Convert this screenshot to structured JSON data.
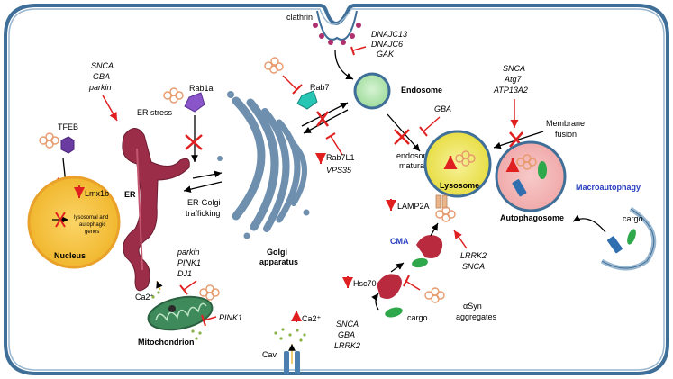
{
  "labels": {
    "clathrin": "clathrin",
    "endo_genes": [
      "DNAJC13",
      "DNAJC6",
      "GAK"
    ],
    "endosome": "Endosome",
    "rab7": "Rab7",
    "rab7l1": "Rab7L1",
    "vps35": "VPS35",
    "gba_endo": "GBA",
    "endosome_maturation": [
      "endosome",
      "maturation"
    ],
    "autophagy_genes": [
      "SNCA",
      "Atg7",
      "ATP13A2"
    ],
    "membrane_fusion": [
      "Membrane",
      "fusion"
    ],
    "lysosome": "Lysosome",
    "autophagosome": "Autophagosome",
    "macroautophagy": "Macroautophagy",
    "cargo_macro": "cargo",
    "er_genes": [
      "SNCA",
      "GBA",
      "parkin"
    ],
    "er_stress": "ER stress",
    "rab1a": "Rab1a",
    "tfeb": "TFEB",
    "lmx1b": "Lmx1b",
    "lyso_auto_genes": [
      "lysosomal and",
      "autophagic",
      "genes"
    ],
    "nucleus": "Nucleus",
    "er": "ER",
    "er_golgi": [
      "ER-Golgi",
      "trafficking"
    ],
    "golgi": [
      "Golgi",
      "apparatus"
    ],
    "lamp2a": "LAMP2A",
    "cma": "CMA",
    "cma_genes": [
      "LRRK2",
      "SNCA"
    ],
    "hsc70": "Hsc70",
    "cargo_cma": "cargo",
    "asyn": [
      "αSyn",
      "aggregates"
    ],
    "mito_genes": [
      "parkin",
      "PINK1",
      "DJ1"
    ],
    "ca2_mito": "Ca2⁺",
    "mitochondrion": "Mitochondrion",
    "pink1": "PINK1",
    "ca2_cav": "Ca2⁺",
    "cav_genes": [
      "SNCA",
      "GBA",
      "LRRK2"
    ],
    "cav": "Cav"
  },
  "colors": {
    "membrane": "#3f6f98",
    "inhibit": "#e02020",
    "nucleus_fill": "#f5c33a",
    "lysosome_fill": "#f2ec6c",
    "endosome_fill": "#b6e7b2",
    "golgi": "#6e8fae",
    "er": "#9b2d48",
    "mito": "#3e8a5a",
    "cma_label": "#2a3fbf",
    "macro_label": "#2a3fbf",
    "rab7": "#27c6b4",
    "rab1a": "#8a55c9",
    "tfeb": "#6a3ba0"
  }
}
